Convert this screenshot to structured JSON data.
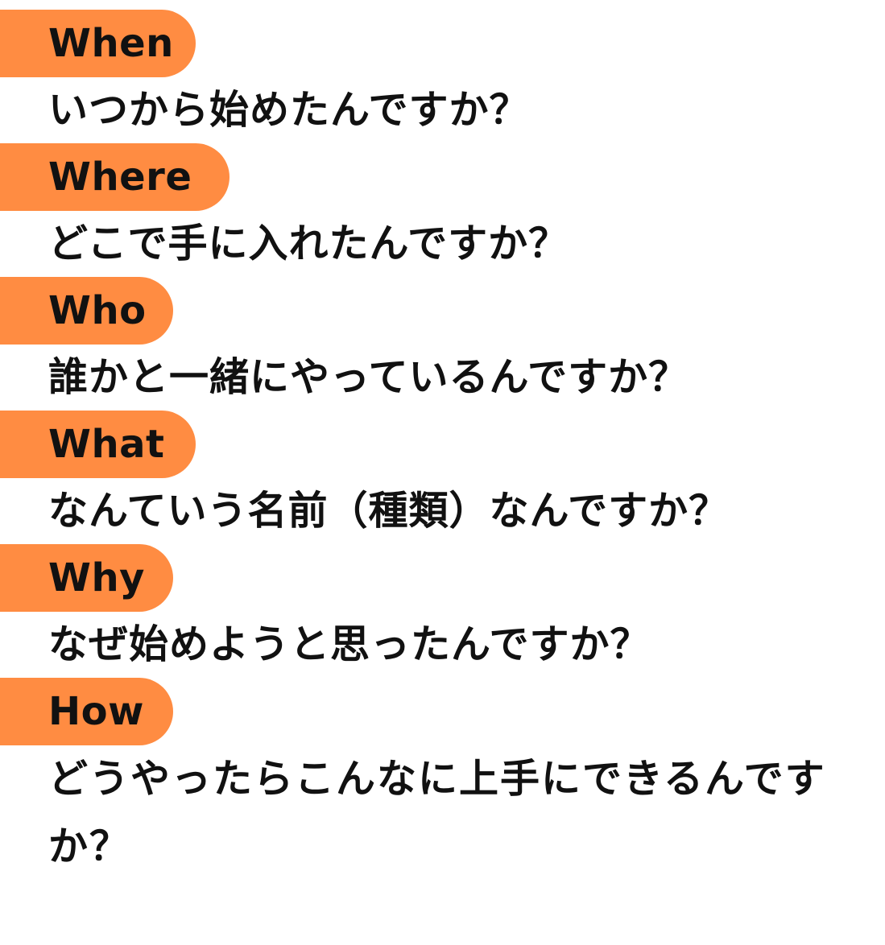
{
  "accent_color": "#FF8C42",
  "items": [
    {
      "tag": "When",
      "question": "いつから始めたんですか？"
    },
    {
      "tag": "Where",
      "question": "どこで手に入れたんですか？"
    },
    {
      "tag": "Who",
      "question": "誰かと一緒にやっているんですか？"
    },
    {
      "tag": "What",
      "question": "なんていう名前（種類）なんですか？"
    },
    {
      "tag": "Why",
      "question": "なぜ始めようと思ったんですか？"
    },
    {
      "tag": "How",
      "question": "どうやったらこんなに上手にできるんですか？"
    }
  ]
}
